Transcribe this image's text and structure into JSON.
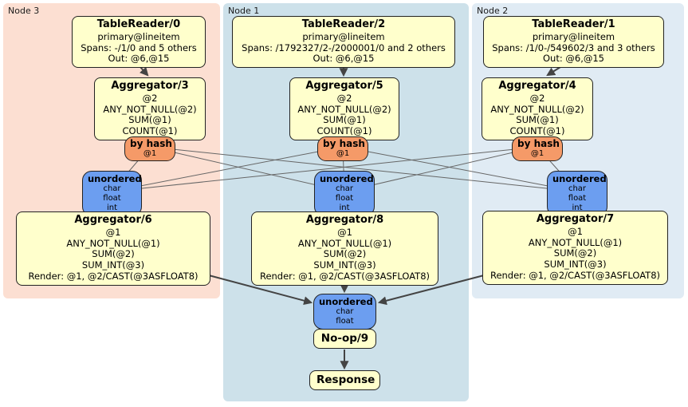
{
  "regions": [
    {
      "label": "Node 3"
    },
    {
      "label": "Node 1"
    },
    {
      "label": "Node 2"
    }
  ],
  "boxes": {
    "tr0": {
      "title": "TableReader/0",
      "lines": [
        "primary@lineitem",
        "Spans: -/1/0 and 5 others",
        "Out: @6,@15"
      ]
    },
    "tr2": {
      "title": "TableReader/2",
      "lines": [
        "primary@lineitem",
        "Spans: /1792327/2-/2000001/0 and 2 others",
        "Out: @6,@15"
      ]
    },
    "tr1": {
      "title": "TableReader/1",
      "lines": [
        "primary@lineitem",
        "Spans: /1/0-/549602/3 and 3 others",
        "Out: @6,@15"
      ]
    },
    "agg3": {
      "title": "Aggregator/3",
      "lines": [
        "@2",
        "ANY_NOT_NULL(@2)",
        "SUM(@1)",
        "COUNT(@1)"
      ]
    },
    "agg5": {
      "title": "Aggregator/5",
      "lines": [
        "@2",
        "ANY_NOT_NULL(@2)",
        "SUM(@1)",
        "COUNT(@1)"
      ]
    },
    "agg4": {
      "title": "Aggregator/4",
      "lines": [
        "@2",
        "ANY_NOT_NULL(@2)",
        "SUM(@1)",
        "COUNT(@1)"
      ]
    },
    "agg6": {
      "title": "Aggregator/6",
      "lines": [
        "@1",
        "ANY_NOT_NULL(@1)",
        "SUM(@2)",
        "SUM_INT(@3)",
        "Render: @1, @2/CAST(@3ASFLOAT8)"
      ]
    },
    "agg8": {
      "title": "Aggregator/8",
      "lines": [
        "@1",
        "ANY_NOT_NULL(@1)",
        "SUM(@2)",
        "SUM_INT(@3)",
        "Render: @1, @2/CAST(@3ASFLOAT8)"
      ]
    },
    "agg7": {
      "title": "Aggregator/7",
      "lines": [
        "@1",
        "ANY_NOT_NULL(@1)",
        "SUM(@2)",
        "SUM_INT(@3)",
        "Render: @1, @2/CAST(@3ASFLOAT8)"
      ]
    },
    "noop": {
      "title": "No-op/9"
    },
    "response": {
      "title": "Response"
    }
  },
  "routers": [
    {
      "title": "by hash",
      "detail": "@1"
    },
    {
      "title": "by hash",
      "detail": "@1"
    },
    {
      "title": "by hash",
      "detail": "@1"
    }
  ],
  "syncs": [
    {
      "title": "unordered",
      "types": [
        "char",
        "float",
        "int"
      ]
    },
    {
      "title": "unordered",
      "types": [
        "char",
        "float",
        "int"
      ]
    },
    {
      "title": "unordered",
      "types": [
        "char",
        "float",
        "int"
      ]
    },
    {
      "title": "unordered",
      "types": [
        "char",
        "float"
      ]
    }
  ],
  "colors": {
    "node3_bg": "#fcdfd2",
    "node1_bg": "#cde1ea",
    "node2_bg": "#e0ebf4",
    "processor_bg": "#ffffcc",
    "router_bg": "#f59a68",
    "sync_bg": "#6c9ef0",
    "edge_thin": "#666666",
    "edge_thick": "#444444"
  }
}
